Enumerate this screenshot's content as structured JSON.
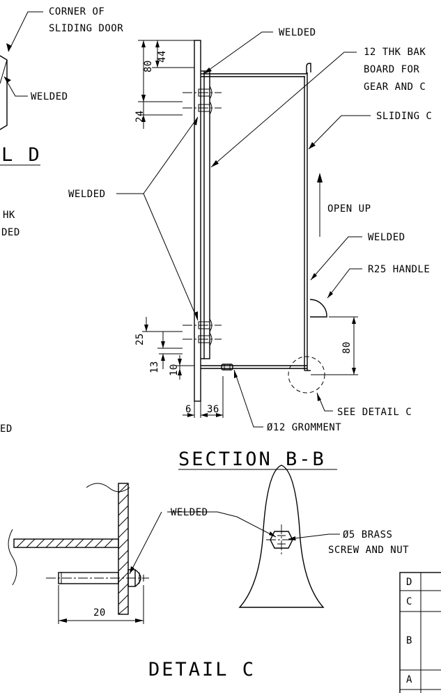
{
  "drawing": {
    "detail_d": {
      "corner_label_1": "CORNER OF",
      "corner_label_2": "SLIDING DOOR",
      "welded": "WELDED",
      "title_fragment": "L D",
      "note_fragment_1": "HK",
      "note_fragment_2": "DED"
    },
    "left_fragment": {
      "welded_fragment": "ED"
    },
    "section_bb": {
      "title": "SECTION B-B",
      "welded_top": "WELDED",
      "bakelite_1": "12 THK BAK",
      "bakelite_2": "BOARD FOR",
      "bakelite_3": "GEAR AND C",
      "sliding": "SLIDING C",
      "welded_left": "WELDED",
      "open_up": "OPEN UP",
      "welded_handle": "WELDED",
      "handle": "R25 HANDLE",
      "see_detail": "SEE DETAIL C",
      "grommet": "Ø12 GROMMENT",
      "dims": {
        "d80_top": "80",
        "d44": "44",
        "d24": "24",
        "d25": "25",
        "d13": "13",
        "d10": "10",
        "d6": "6",
        "d36": "36",
        "d80_right": "80"
      }
    },
    "detail_c": {
      "title": "DETAIL C",
      "welded": "WELDED",
      "screw_1": "Ø5 BRASS",
      "screw_2": "SCREW AND NUT",
      "dim_20": "20"
    },
    "revision_table": {
      "rows": [
        "D",
        "C",
        "B",
        "A"
      ]
    }
  }
}
